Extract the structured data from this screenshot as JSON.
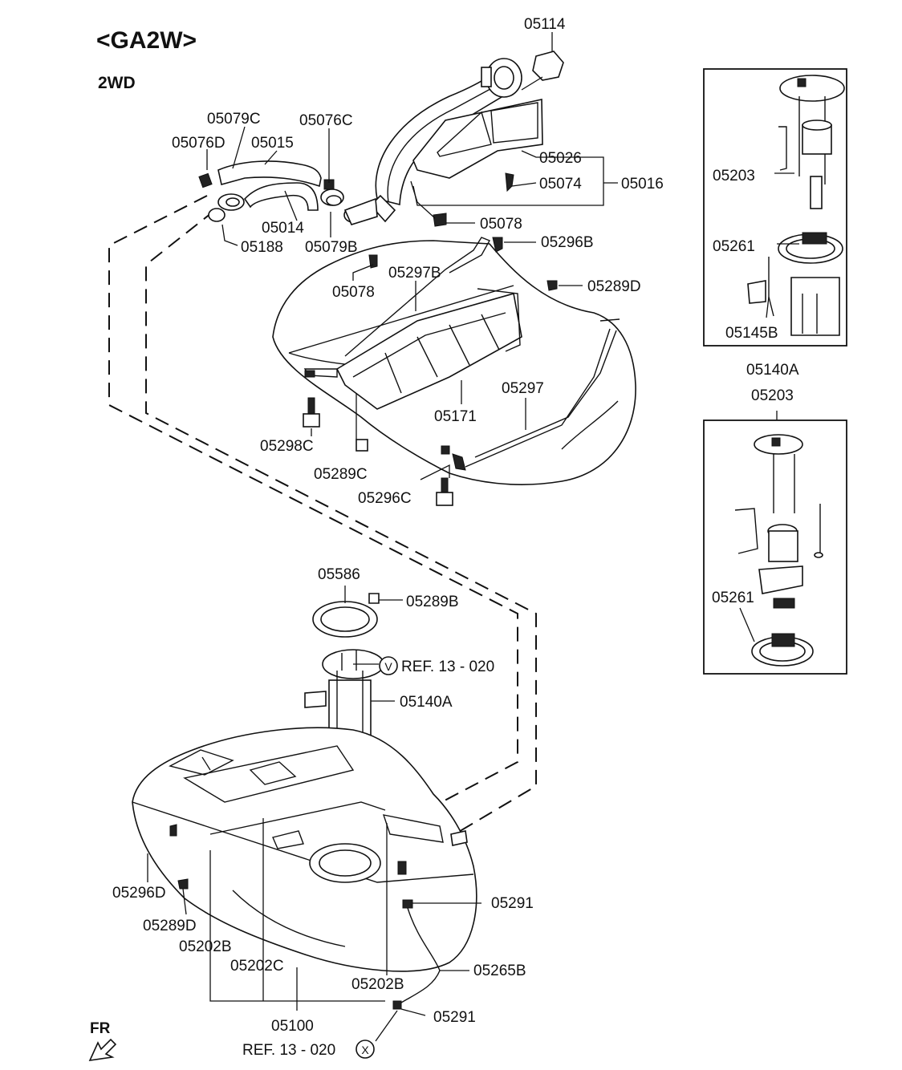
{
  "header": {
    "model": "<GA2W>",
    "drive": "2WD"
  },
  "parts": {
    "p05114": "05114",
    "p05079C": "05079C",
    "p05076C": "05076C",
    "p05076D": "05076D",
    "p05015": "05015",
    "p05014": "05014",
    "p05188": "05188",
    "p05079B": "05079B",
    "p05026": "05026",
    "p05074": "05074",
    "p05016": "05016",
    "p05078a": "05078",
    "p05078b": "05078",
    "p05296B": "05296B",
    "p05297B": "05297B",
    "p05289D_top": "05289D",
    "p05297": "05297",
    "p05171": "05171",
    "p05298C": "05298C",
    "p05289C": "05289C",
    "p05296C": "05296C",
    "p05586": "05586",
    "p05289B": "05289B",
    "ref13020v": "REF. 13 - 020",
    "circle_v": "V",
    "p05140A_main": "05140A",
    "p05296D": "05296D",
    "p05289D_bot": "05289D",
    "p05202B_left": "05202B",
    "p05202C": "05202C",
    "p05202B_right": "05202B",
    "p05100": "05100",
    "p05291a": "05291",
    "p05265B": "05265B",
    "p05291b": "05291",
    "ref13020x": "REF. 13 - 020",
    "circle_x": "X",
    "box1_p05203": "05203",
    "box1_p05261": "05261",
    "box1_p05145B": "05145B",
    "box1_p05140A": "05140A",
    "box2_p05203": "05203",
    "box2_p05261": "05261"
  },
  "direction": {
    "label": "FR",
    "icon": "front-arrow-icon"
  }
}
